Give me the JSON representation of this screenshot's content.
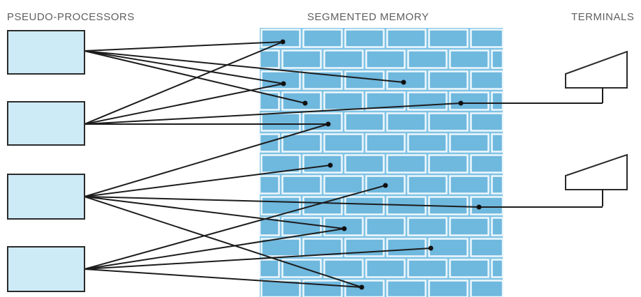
{
  "labels": {
    "processors": "PSEUDO-PROCESSORS",
    "memory": "SEGMENTED MEMORY",
    "terminals": "TERMINALS"
  },
  "colors": {
    "processor_fill": "#cdeaf7",
    "memory_fill": "#7fc3e5",
    "memory_mortar": "#eef7fc",
    "line": "#1c1c1c",
    "terminal_fill": "#ffffff"
  }
}
